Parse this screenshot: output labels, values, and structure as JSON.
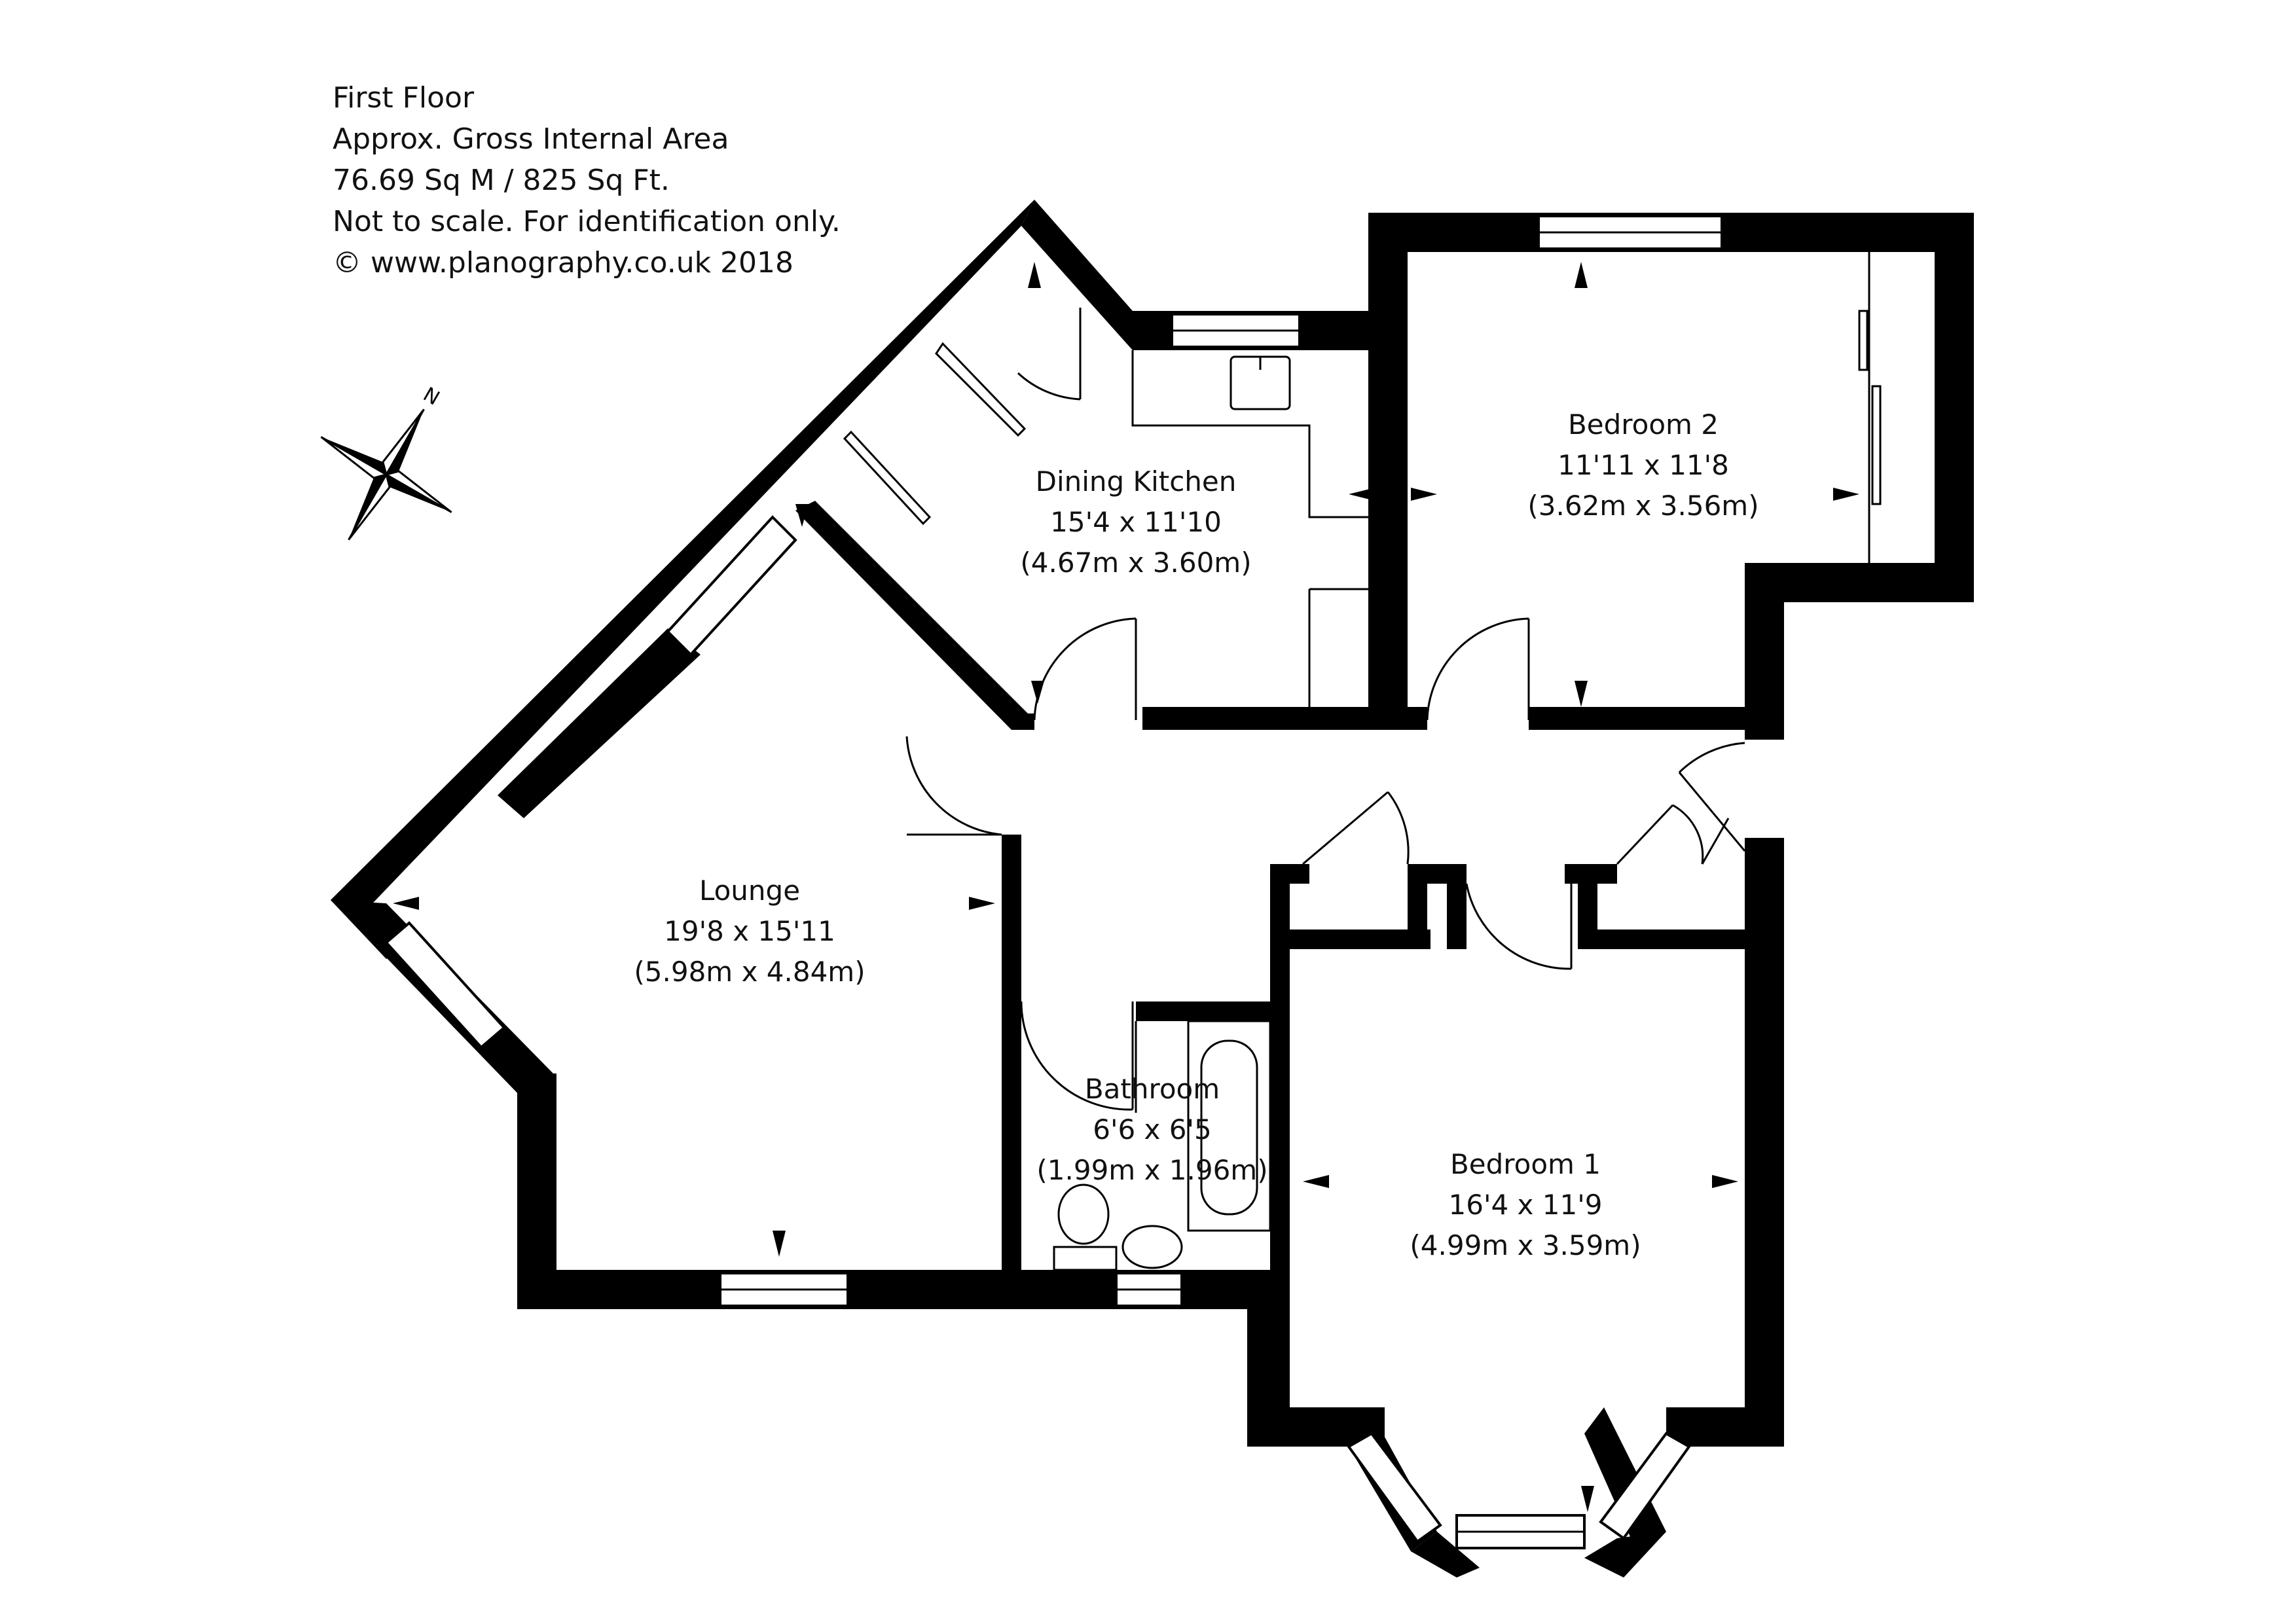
{
  "header": {
    "line1": "First Floor",
    "line2": "Approx. Gross Internal Area",
    "line3": "76.69 Sq M / 825 Sq Ft.",
    "line4": "Not to scale. For identification only.",
    "line5": "© www.planography.co.uk 2018"
  },
  "compass": {
    "label": "N",
    "icon": "north-arrow-compass-icon"
  },
  "rooms": {
    "dining_kitchen": {
      "name": "Dining Kitchen",
      "imperial": "15'4 x 11'10",
      "metric": "(4.67m x 3.60m)"
    },
    "bedroom2": {
      "name": "Bedroom 2",
      "imperial": "11'11 x 11'8",
      "metric": "(3.62m x 3.56m)"
    },
    "lounge": {
      "name": "Lounge",
      "imperial": "19'8 x 15'11",
      "metric": "(5.98m x 4.84m)"
    },
    "bathroom": {
      "name": "Bathroom",
      "imperial": "6'6 x 6'5",
      "metric": "(1.99m x 1.96m)"
    },
    "bedroom1": {
      "name": "Bedroom 1",
      "imperial": "16'4 x 11'9",
      "metric": "(4.99m x 3.59m)"
    }
  },
  "colors": {
    "wall": "#000000",
    "background": "#ffffff"
  }
}
